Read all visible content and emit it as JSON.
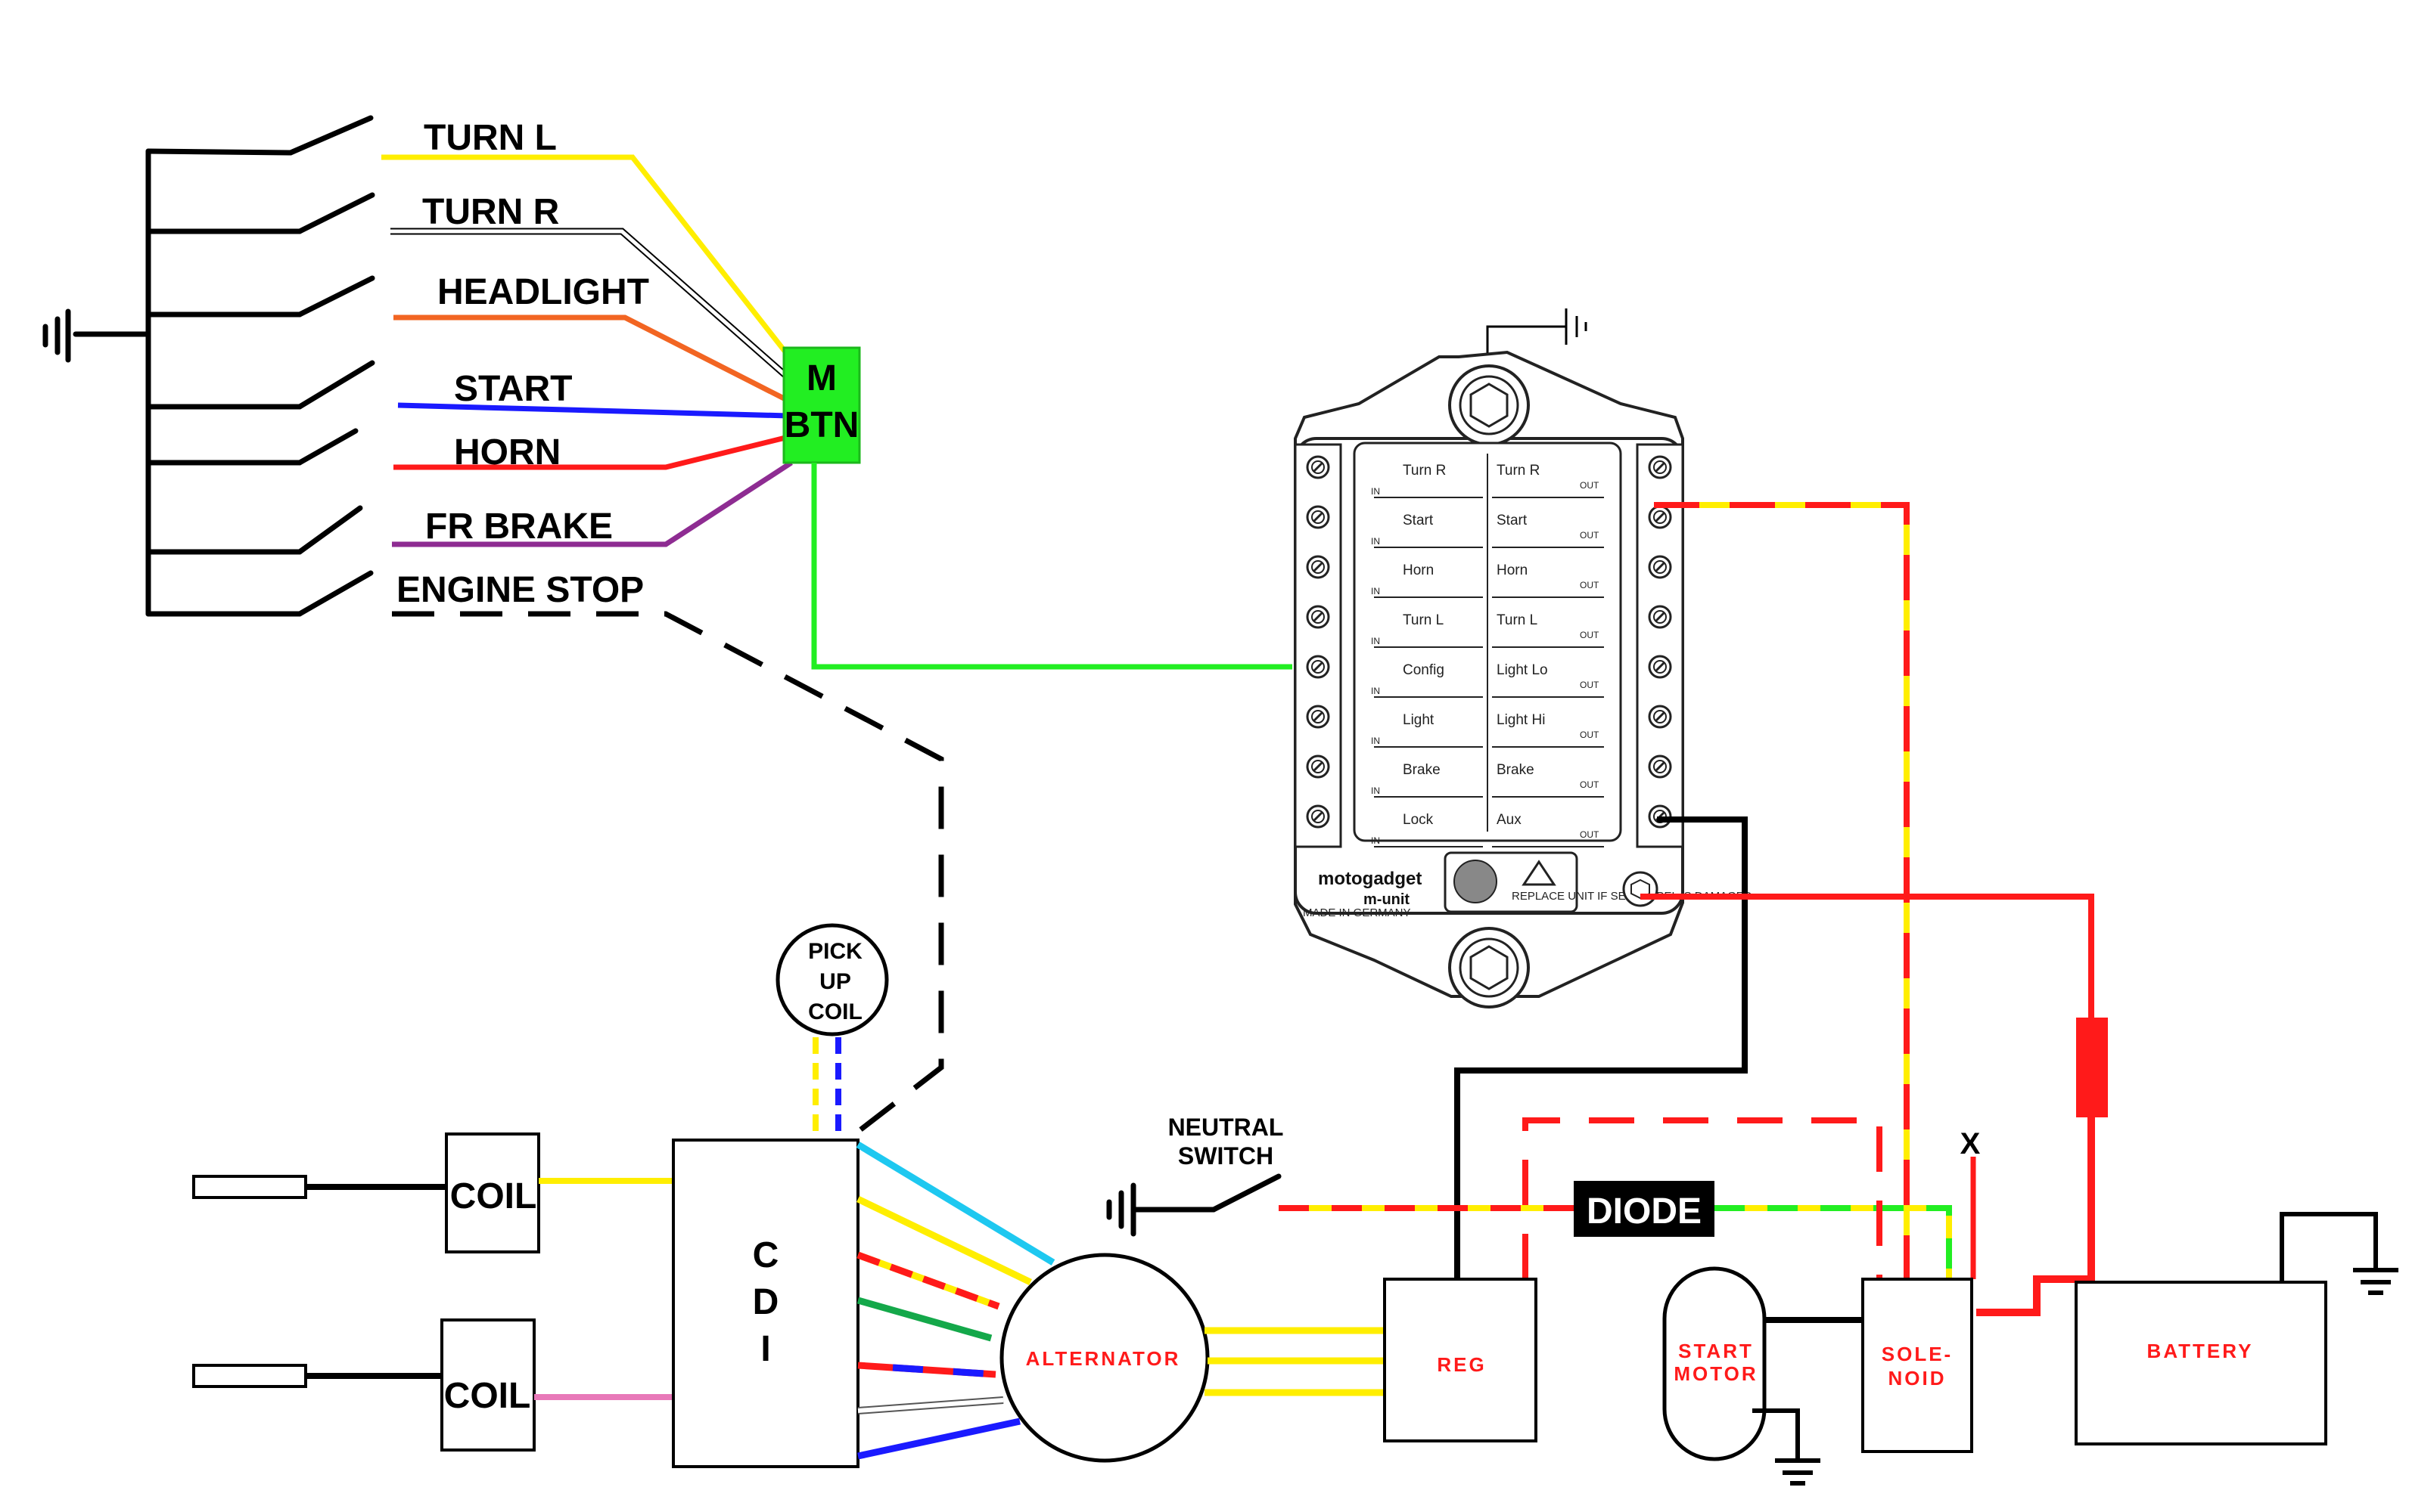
{
  "switch_labels": {
    "turn_l": "TURN L",
    "turn_r": "TURN R",
    "headlight": "HEADLIGHT",
    "start": "START",
    "horn": "HORN",
    "fr_brake": "FR BRAKE",
    "engine_stop": "ENGINE STOP"
  },
  "m_button": {
    "line1": "M",
    "line2": "BTN"
  },
  "m_unit": {
    "rows": [
      {
        "in": "Turn R",
        "out": "Turn R"
      },
      {
        "in": "Start",
        "out": "Start"
      },
      {
        "in": "Horn",
        "out": "Horn"
      },
      {
        "in": "Turn L",
        "out": "Turn L"
      },
      {
        "in": "Config",
        "out": "Light Lo"
      },
      {
        "in": "Light",
        "out": "Light Hi"
      },
      {
        "in": "Brake",
        "out": "Brake"
      },
      {
        "in": "Lock",
        "out": "Aux"
      }
    ],
    "in_tag": "IN",
    "out_tag": "OUT",
    "brand": "motogadget",
    "model": "m-unit",
    "made_in": "MADE IN GERMANY",
    "warning": "REPLACE UNIT IF SEAL/LABEL IS DAMAGED"
  },
  "components": {
    "pickup_coil": [
      "PICK",
      "UP",
      "COIL"
    ],
    "coil_top": "COIL",
    "coil_bottom": "COIL",
    "cdi": [
      "C",
      "D",
      "I"
    ],
    "alternator": "ALTERNATOR",
    "neutral_switch": [
      "NEUTRAL",
      "SWITCH"
    ],
    "reg": "REG",
    "diode": "DIODE",
    "start_motor": [
      "START",
      "MOTOR"
    ],
    "solenoid": [
      "SOLE-",
      "NOID"
    ],
    "battery": "BATTERY",
    "x_mark": "X"
  },
  "wire_colors": {
    "yellow": "#ffee00",
    "white": "#ffffff",
    "orange": "#f26522",
    "blue": "#1a1aff",
    "red": "#ff1a1a",
    "purple": "#8e2c92",
    "green": "#22ee22",
    "light_blue": "#1ec8f0",
    "dark_green": "#14a84a",
    "pink": "#e879b9",
    "black": "#000000"
  }
}
